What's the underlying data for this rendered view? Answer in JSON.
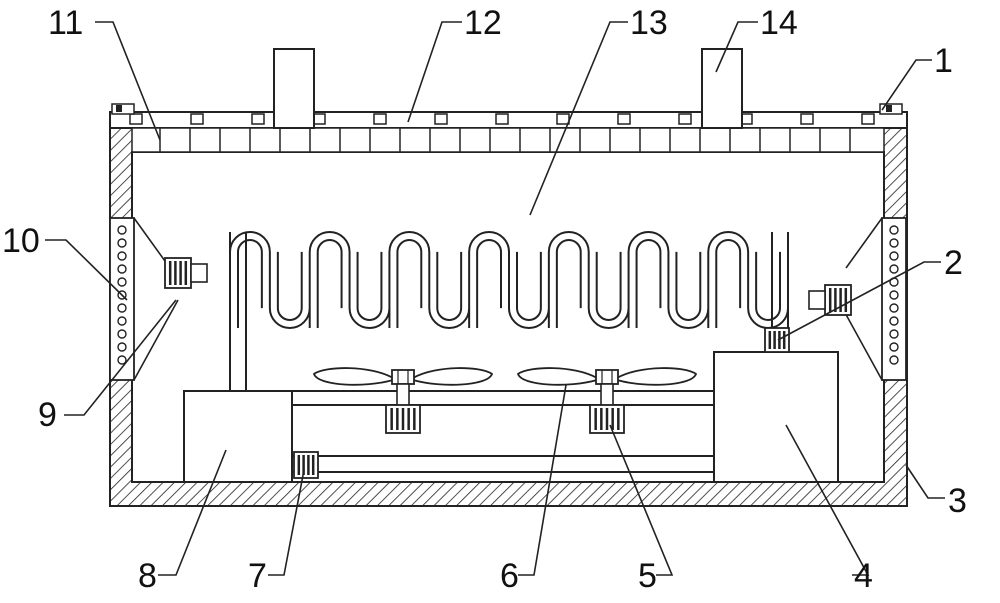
{
  "diagram": {
    "stroke_color": "#222222",
    "background": "#ffffff",
    "callouts": [
      {
        "id": "1",
        "text": "1"
      },
      {
        "id": "2",
        "text": "2"
      },
      {
        "id": "3",
        "text": "3"
      },
      {
        "id": "4",
        "text": "4"
      },
      {
        "id": "5",
        "text": "5"
      },
      {
        "id": "6",
        "text": "6"
      },
      {
        "id": "7",
        "text": "7"
      },
      {
        "id": "8",
        "text": "8"
      },
      {
        "id": "9",
        "text": "9"
      },
      {
        "id": "10",
        "text": "10"
      },
      {
        "id": "11",
        "text": "11"
      },
      {
        "id": "12",
        "text": "12"
      },
      {
        "id": "13",
        "text": "13"
      },
      {
        "id": "14",
        "text": "14"
      }
    ]
  }
}
